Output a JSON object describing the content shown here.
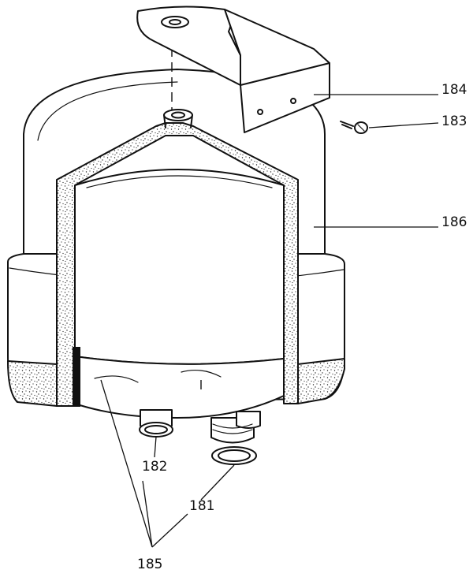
{
  "callouts": {
    "c181": "181",
    "c182": "182",
    "c183": "183",
    "c184": "184",
    "c185": "185",
    "c186": "186"
  }
}
